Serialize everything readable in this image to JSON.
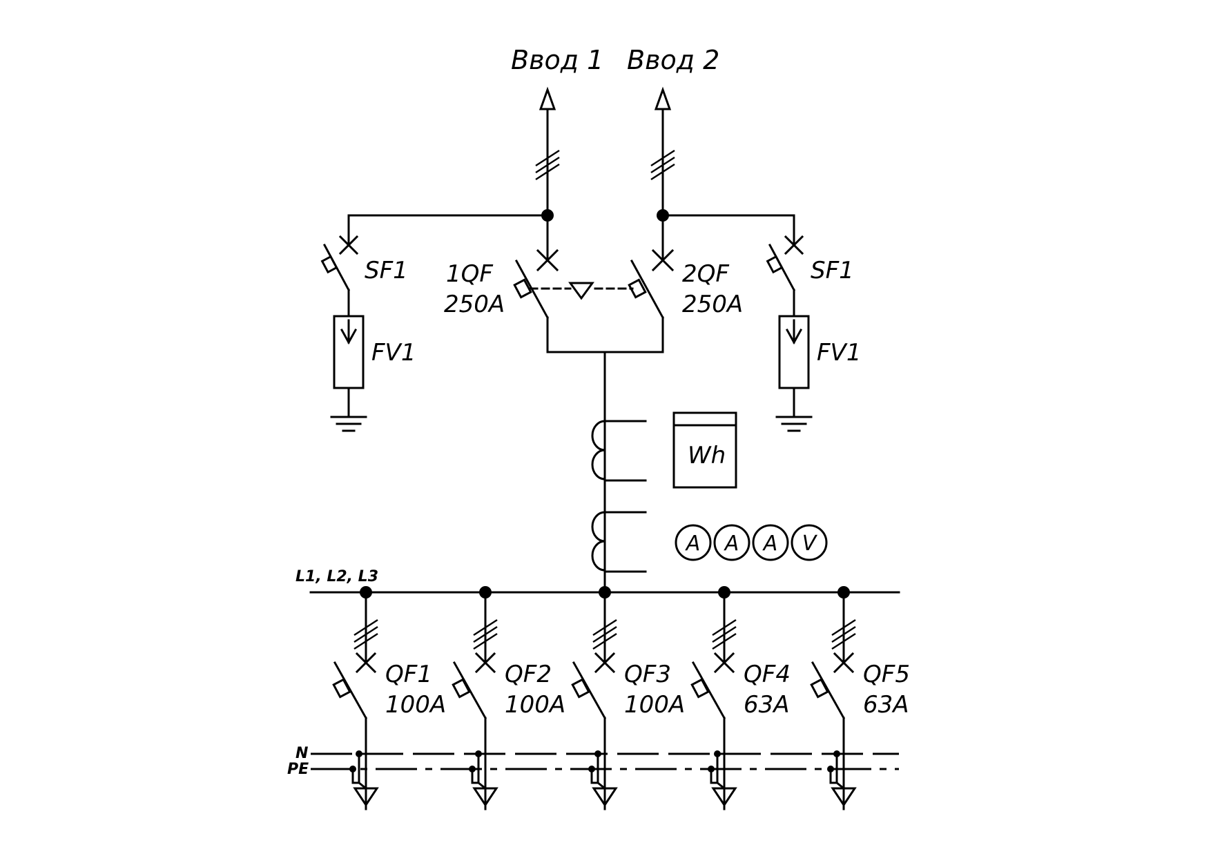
{
  "inputs": [
    {
      "label": "Ввод 1"
    },
    {
      "label": "Ввод 2"
    }
  ],
  "surge": {
    "left": {
      "breaker": "SF1",
      "arrester": "FV1"
    },
    "right": {
      "breaker": "SF1",
      "arrester": "FV1"
    }
  },
  "main_breakers": [
    {
      "name": "1QF",
      "rating": "250A"
    },
    {
      "name": "2QF",
      "rating": "250A"
    }
  ],
  "energy_meter": "Wh",
  "meters": [
    "A",
    "A",
    "A",
    "V"
  ],
  "bus": {
    "phase_label": "L1, L2, L3",
    "neutral_label": "N",
    "pe_label": "PE"
  },
  "feeders": [
    {
      "name": "QF1",
      "rating": "100A"
    },
    {
      "name": "QF2",
      "rating": "100A"
    },
    {
      "name": "QF3",
      "rating": "100A"
    },
    {
      "name": "QF4",
      "rating": "63A"
    },
    {
      "name": "QF5",
      "rating": "63A"
    }
  ]
}
